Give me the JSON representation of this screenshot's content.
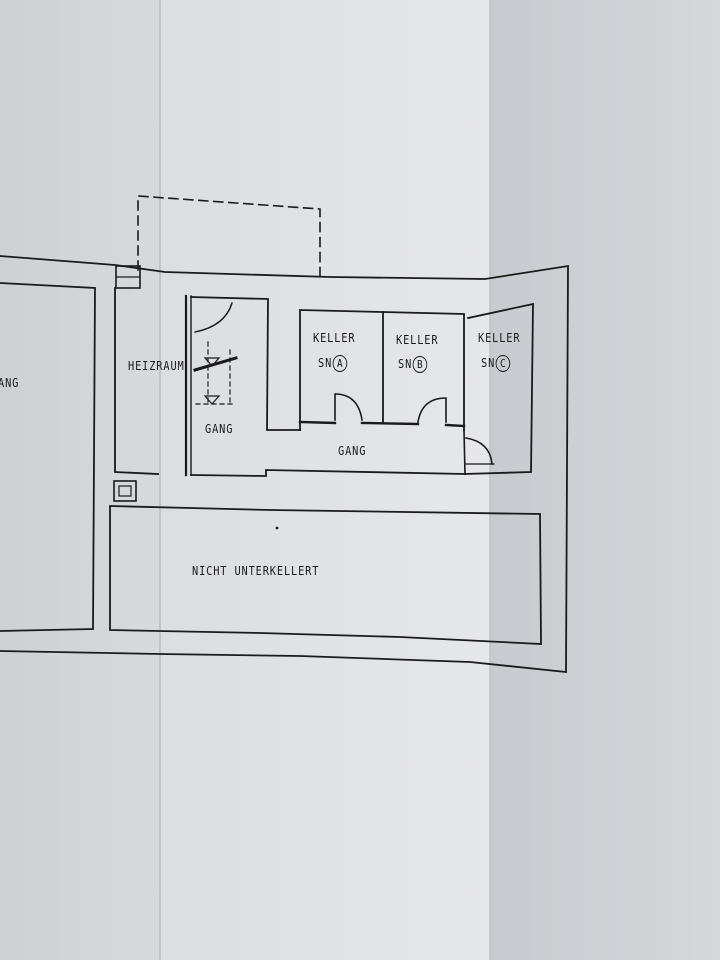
{
  "plan": {
    "rooms": {
      "heizraum": "HEIZRAUM",
      "gang_left": "GANG",
      "gang_main": "GANG",
      "nicht_unterkellert": "NICHT UNTERKELLERT",
      "gang_cut": "ANG"
    },
    "keller": [
      {
        "label": "KELLER",
        "prefix": "SN",
        "unit": "A"
      },
      {
        "label": "KELLER",
        "prefix": "SN",
        "unit": "B"
      },
      {
        "label": "KELLER",
        "prefix": "SN",
        "unit": "C"
      }
    ]
  },
  "colors": {
    "ink": "#1a1a1a",
    "paper_left": "#d5d6d9",
    "paper_mid": "#e2e3e6",
    "paper_right": "#cfd0d4"
  }
}
